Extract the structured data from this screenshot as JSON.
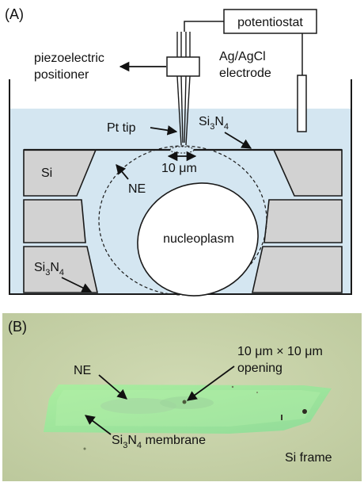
{
  "panel_a": {
    "panel_label": "(A)",
    "potentiostat": "potentiostat",
    "positioner_line1": "piezoelectric",
    "positioner_line2": "positioner",
    "electrode_line1": "Ag/AgCl",
    "electrode_line2": "electrode",
    "pt_tip": "Pt tip",
    "si3n4_top": {
      "base": "Si",
      "sub1": "3",
      "mid": "N",
      "sub2": "4"
    },
    "si": "Si",
    "ne": "NE",
    "scale": "10 μm",
    "nucleoplasm": "nucleoplasm",
    "si3n4_bottom": {
      "base": "Si",
      "sub1": "3",
      "mid": "N",
      "sub2": "4"
    },
    "colors": {
      "solution": "#d4e6f1",
      "silicon": "#d2d2d2",
      "outline": "#1a1a1a"
    }
  },
  "panel_b": {
    "panel_label": "(B)",
    "ne": "NE",
    "opening_line1": "10 μm × 10 μm",
    "opening_line2": "opening",
    "membrane": {
      "base": "Si",
      "sub1": "3",
      "mid": "N",
      "sub2": "4",
      "rest": " membrane"
    },
    "frame": "Si frame",
    "colors": {
      "background": "#c7d2a9",
      "membrane": "#9fe59c"
    }
  }
}
